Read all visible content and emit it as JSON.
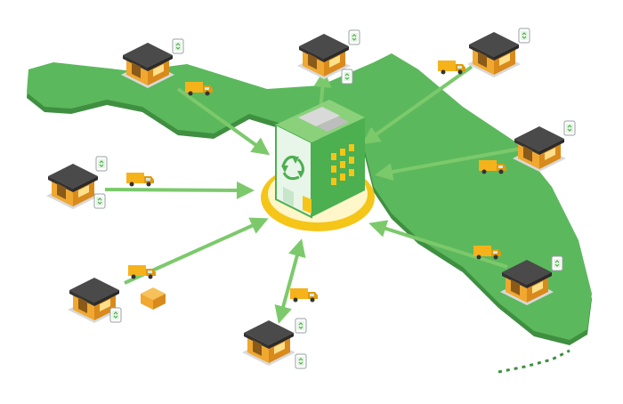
{
  "diagram": {
    "hub": {
      "name": "recycling-center",
      "icon": "recycle-icon"
    },
    "nodes": [
      {
        "name": "store-northwest",
        "icon": "storefront-icon",
        "badge": "recycle-bin-icon",
        "has_truck": true
      },
      {
        "name": "store-north",
        "icon": "storefront-icon",
        "badge": "recycle-bin-icon",
        "has_truck": false
      },
      {
        "name": "store-northeast",
        "icon": "storefront-icon",
        "badge": "recycle-bin-icon",
        "has_truck": true
      },
      {
        "name": "store-east",
        "icon": "storefront-icon",
        "badge": "recycle-bin-icon",
        "has_truck": true
      },
      {
        "name": "store-southeast",
        "icon": "storefront-icon",
        "badge": "recycle-bin-icon",
        "has_truck": true
      },
      {
        "name": "store-south",
        "icon": "storefront-icon",
        "badge": "recycle-bin-icon",
        "has_truck": true
      },
      {
        "name": "store-southwest",
        "icon": "storefront-icon",
        "badge": "recycle-bin-icon",
        "has_truck": true
      },
      {
        "name": "store-west",
        "icon": "storefront-icon",
        "badge": "recycle-bin-icon",
        "has_truck": true
      }
    ],
    "colors": {
      "land": "#5cb85c",
      "land_edge": "#3f8f41",
      "arrow": "#7cc96c",
      "hub_green": "#4caf50",
      "hub_yellow": "#f5c518",
      "store_roof": "#4a4a4a",
      "store_wall": "#f0a830",
      "truck": "#f6b21b"
    }
  }
}
